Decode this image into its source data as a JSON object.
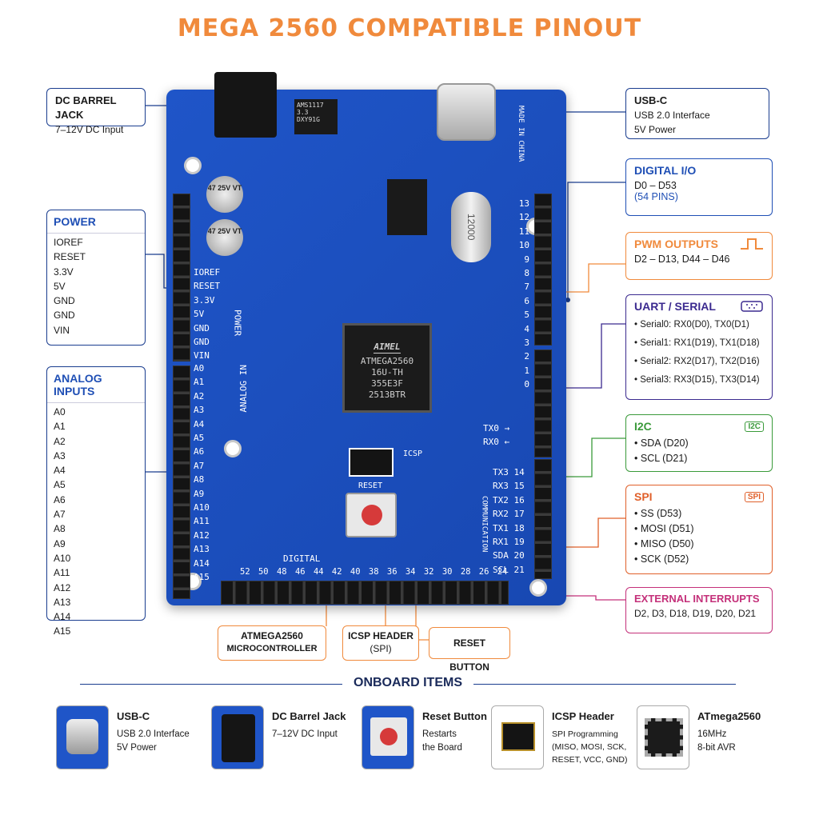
{
  "title": "MEGA 2560 COMPATIBLE PINOUT",
  "colors": {
    "title": "#f08a3c",
    "board": "#1f55c8",
    "navy": "#1a3d8f",
    "digital": "#1f4fb5",
    "pwm": "#f08a3c",
    "uart": "#3b2a8f",
    "i2c": "#3a9a3a",
    "spi": "#e0602a",
    "interrupts": "#c4307a"
  },
  "callouts": {
    "dc_jack": {
      "title": "DC BARREL JACK",
      "desc": "7–12V DC Input"
    },
    "usbc": {
      "title": "USB-C",
      "line1": "USB 2.0 Interface",
      "line2": "5V Power"
    }
  },
  "power": {
    "title": "POWER",
    "pins": [
      "IOREF",
      "RESET",
      "3.3V",
      "5V",
      "GND",
      "GND",
      "VIN"
    ]
  },
  "analog": {
    "title": "ANALOG INPUTS",
    "pins": [
      "A0",
      "A1",
      "A2",
      "A3",
      "A4",
      "A5",
      "A6",
      "A7",
      "A8",
      "A9",
      "A10",
      "A11",
      "A12",
      "A13",
      "A14",
      "A15"
    ]
  },
  "digital_io": {
    "title": "DIGITAL I/O",
    "range": "D0 – D53",
    "count": "(54 PINS)"
  },
  "pwm": {
    "title": "PWM OUTPUTS",
    "pins": "D2 – D13, D44 – D46",
    "icon": "square-wave-icon"
  },
  "uart": {
    "title": "UART / SERIAL",
    "items": [
      {
        "label": "Serial0:",
        "value": "RX0(D0),  TX0(D1)"
      },
      {
        "label": "Serial1:",
        "value": "RX1(D19), TX1(D18)"
      },
      {
        "label": "Serial2:",
        "value": "RX2(D17), TX2(D16)"
      },
      {
        "label": "Serial3:",
        "value": "RX3(D15), TX3(D14)"
      }
    ],
    "icon": "serial-port-icon"
  },
  "i2c": {
    "title": "I2C",
    "tag": "I2C",
    "items": [
      "SDA (D20)",
      "SCL (D21)"
    ]
  },
  "spi": {
    "title": "SPI",
    "tag": "SPI",
    "items": [
      "SS (D53)",
      "MOSI (D51)",
      "MISO (D50)",
      "SCK (D52)"
    ]
  },
  "interrupts": {
    "title": "EXTERNAL INTERRUPTS",
    "pins": "D2, D3, D18, D19, D20, D21"
  },
  "bottom_callouts": {
    "mcu": {
      "line1": "ATMEGA2560",
      "line2": "MICROCONTROLLER"
    },
    "icsp": {
      "line1": "ICSP HEADER",
      "line2": "(SPI)"
    },
    "reset": {
      "line1": "RESET BUTTON"
    }
  },
  "board": {
    "left_labels": [
      "IOREF",
      "RESET",
      "3.3V",
      "5V",
      "GND",
      "GND",
      "VIN"
    ],
    "power_vertical": "POWER",
    "analog_vertical": "ANALOG IN",
    "analog_labels": [
      "A0",
      "A1",
      "A2",
      "A3",
      "A4",
      "A5",
      "A6",
      "A7",
      "A8",
      "A9",
      "A10",
      "A11",
      "A12",
      "A13",
      "A14",
      "A15"
    ],
    "right_top_labels": [
      "13",
      "12",
      "11",
      "10",
      "9",
      "8",
      "7",
      "6",
      "5",
      "4",
      "3",
      "2",
      "1",
      "0"
    ],
    "tx0": "TX0",
    "rx0": "RX0",
    "comm_labels": [
      {
        "n": "TX3",
        "d": "14"
      },
      {
        "n": "RX3",
        "d": "15"
      },
      {
        "n": "TX2",
        "d": "16"
      },
      {
        "n": "RX2",
        "d": "17"
      },
      {
        "n": "TX1",
        "d": "18"
      },
      {
        "n": "RX1",
        "d": "19"
      },
      {
        "n": "SDA",
        "d": "20"
      },
      {
        "n": "SCL",
        "d": "21"
      }
    ],
    "comm_vertical": "COMMUNICATION",
    "digital_label": "DIGITAL",
    "bottom_numbers": [
      "52",
      "50",
      "48",
      "46",
      "44",
      "42",
      "40",
      "38",
      "36",
      "34",
      "32",
      "30",
      "28",
      "26",
      "24"
    ],
    "chip_brand": "AIMEL",
    "chip_lines": [
      "ATMEGA2560",
      "16U-TH",
      "355E3F",
      "2513BTR"
    ],
    "icsp_label": "ICSP",
    "reset_label": "RESET",
    "made_in": "MADE IN CHINA",
    "crystal": "12000",
    "cap_label": "47 25V VT",
    "reg_label": "AMS1117 3.3 DXY91G"
  },
  "section_title": "ONBOARD ITEMS",
  "items": [
    {
      "title": "USB-C",
      "desc": "USB 2.0 Interface\n5V Power",
      "icon": "usb-c-icon"
    },
    {
      "title": "DC Barrel Jack",
      "desc": "7–12V DC Input",
      "icon": "dc-jack-icon"
    },
    {
      "title": "Reset Button",
      "desc": "Restarts\nthe Board",
      "icon": "reset-button-icon"
    },
    {
      "title": "ICSP Header",
      "desc": "SPI Programming\n(MISO, MOSI, SCK,\nRESET, VCC, GND)",
      "icon": "icsp-header-icon"
    },
    {
      "title": "ATmega2560",
      "desc": "16MHz\n8-bit AVR",
      "icon": "chip-icon"
    }
  ]
}
